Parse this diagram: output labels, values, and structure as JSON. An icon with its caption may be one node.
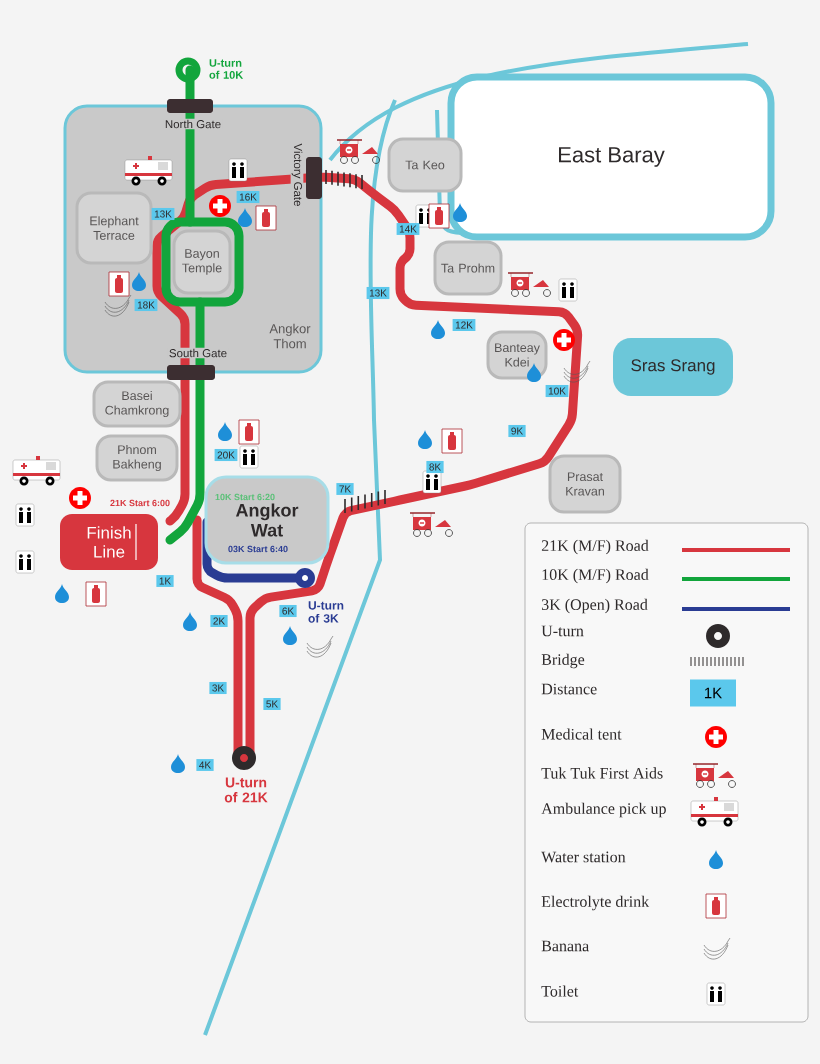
{
  "diagram": {
    "nodes": [
      {
        "text": [
          "Angkor Thom"
        ]
      },
      {
        "text": [
          "Elephant Terrace"
        ],
        "in": 0
      },
      {
        "text": [
          "Bayon Temple"
        ],
        "in": 0
      },
      {
        "text": [
          "East Baray"
        ]
      },
      {
        "text": [
          "Ta Keo"
        ]
      },
      {
        "text": [
          "Ta Prohm"
        ]
      },
      {
        "text": [
          "Banteay Kdei"
        ]
      },
      {
        "text": [
          "Sras Srang"
        ]
      },
      {
        "text": [
          "Basei Chamkrong"
        ]
      },
      {
        "text": [
          "Phnom Bakheng"
        ]
      },
      {
        "text": [
          "Prasat Kravan"
        ]
      },
      {
        "text": [
          "Angkor Wat"
        ]
      },
      {
        "text": [
          "Finish Line"
        ]
      }
    ],
    "labels": [
      "U-turn of 10K",
      "North Gate",
      "Victory Gate",
      "South Gate",
      "13K",
      "16K",
      "18K",
      "14K",
      "13K",
      "12K",
      "10K",
      "9K",
      "8K",
      "7K",
      "20K",
      "21K Start 6:00",
      "10K Start 6:20",
      "03K Start 6:40",
      "1K",
      "2K",
      "6K",
      "U-turn of 3K",
      "3K",
      "5K",
      "4K",
      "U-turn of 21K",
      "1K"
    ],
    "legend": [
      {
        "text": "21K (M/F) Road"
      },
      {
        "text": "10K (M/F) Road"
      },
      {
        "text": "3K (Open) Road"
      },
      {
        "text": "U-turn"
      },
      {
        "text": "Bridge"
      },
      {
        "text": "Distance"
      },
      {
        "text": "Medical tent"
      },
      {
        "text": "Tuk Tuk First Aids"
      },
      {
        "text": "Ambulance pick up"
      },
      {
        "text": "Water station"
      },
      {
        "text": "Electrolyte drink"
      },
      {
        "text": "Banana"
      },
      {
        "text": "Toilet"
      }
    ]
  }
}
